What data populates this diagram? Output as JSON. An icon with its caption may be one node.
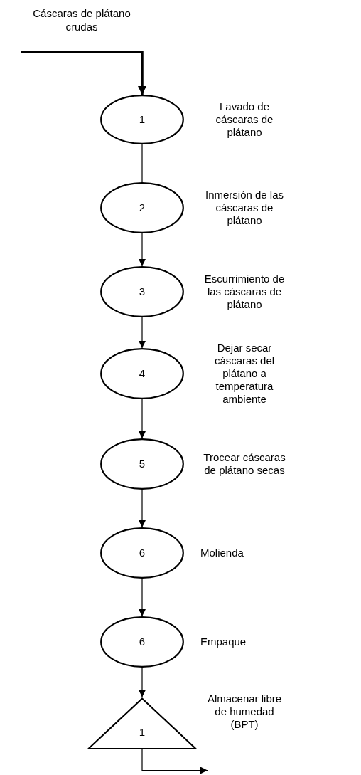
{
  "diagram": {
    "nodes": [
      {
        "text": [
          "Cáscaras de plátano crudas"
        ]
      },
      {
        "text": [
          "1"
        ],
        "beside": [
          "Lavado de cáscaras de plátano"
        ]
      },
      {
        "text": [
          "2"
        ],
        "beside": [
          "Inmersión de las cáscaras de plátano"
        ]
      },
      {
        "text": [
          "3"
        ],
        "beside": [
          "Escurrimiento de las cáscaras de plátano"
        ]
      },
      {
        "text": [
          "4"
        ],
        "beside": [
          "Dejar secar cáscaras del plátano a temperatura ambiente"
        ]
      },
      {
        "text": [
          "5"
        ],
        "beside": [
          "Trocear cáscaras de plátano secas"
        ]
      },
      {
        "text": [
          "6"
        ],
        "beside": [
          "Molienda"
        ]
      },
      {
        "text": [
          "6"
        ],
        "beside": [
          "Empaque"
        ]
      },
      {
        "text": [
          "1"
        ],
        "beside": [
          "Almacenar libre de humedad (BPT)"
        ]
      }
    ],
    "edges": [
      {
        "from": 0,
        "to": 1,
        "arrow": "to",
        "style": "thick"
      },
      {
        "from": 1,
        "to": 2,
        "arrow": "none"
      },
      {
        "from": 2,
        "to": 3,
        "arrow": "to"
      },
      {
        "from": 3,
        "to": 4,
        "arrow": "to"
      },
      {
        "from": 4,
        "to": 5,
        "arrow": "to"
      },
      {
        "from": 5,
        "to": 6,
        "arrow": "to"
      },
      {
        "from": 6,
        "to": 7,
        "arrow": "to"
      },
      {
        "from": 7,
        "to": 8,
        "arrow": "to"
      },
      {
        "from": 8,
        "to": null,
        "arrow": "to"
      }
    ]
  }
}
